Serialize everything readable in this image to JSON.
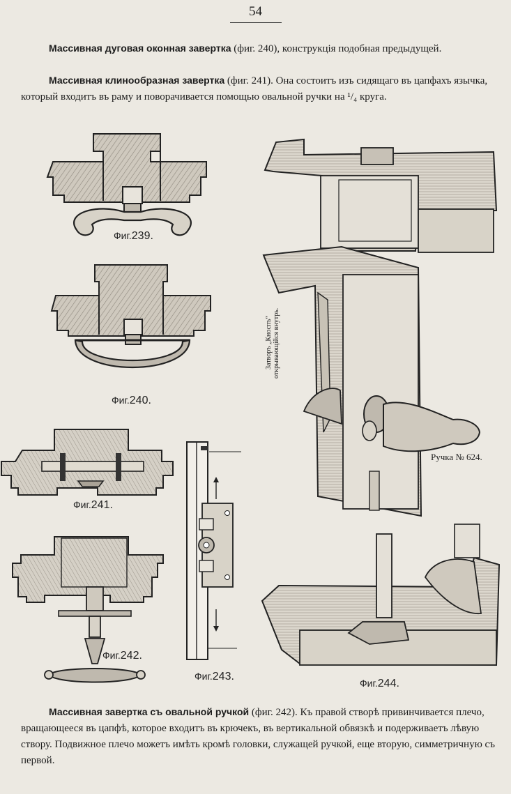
{
  "page_number": "54",
  "paragraphs": {
    "p1": {
      "bold": "Массивная дуговая оконная завертка",
      "rest": " (фиг. 240), конструкція подобная предыдущей."
    },
    "p2": {
      "bold": "Массивная клинообразная завертка",
      "rest": " (фиг. 241). Она состоитъ изъ сидящаго въ цапфахъ язычка, который входитъ въ раму и поворачивается помощью овальной ручки на ¹/₄ круга."
    },
    "p3": {
      "bold": "Массивная завертка съ овальной ручкой",
      "rest": " (фиг. 242). Къ правой створѣ привинчивается плечо, вращающееся въ цапфѣ, которое входитъ въ крючекъ, въ вертикальной обвязкѣ и подерживаетъ лѣвую створу. Подвижное плечо можетъ имѣть кромѣ головки, служащей ручкой, еще вторую, симметричную съ первой."
    }
  },
  "captions": {
    "fig239": {
      "prefix": "Фиг.",
      "num": "239."
    },
    "fig240": {
      "prefix": "Фиг.",
      "num": "240."
    },
    "fig241": {
      "prefix": "Фиг.",
      "num": "241."
    },
    "fig242": {
      "prefix": "Фиг.",
      "num": "242."
    },
    "fig243": {
      "prefix": "Фиг.",
      "num": "243."
    },
    "fig244": {
      "prefix": "Фиг.",
      "num": "244."
    }
  },
  "figure_labels": {
    "handle": "Ручка № 624.",
    "latch": "Затворъ „Кноспъ“ открывающійся внутрь."
  },
  "colors": {
    "paper": "#ece9e2",
    "ink": "#1c1c1c",
    "wood": "#c9c3b8"
  }
}
